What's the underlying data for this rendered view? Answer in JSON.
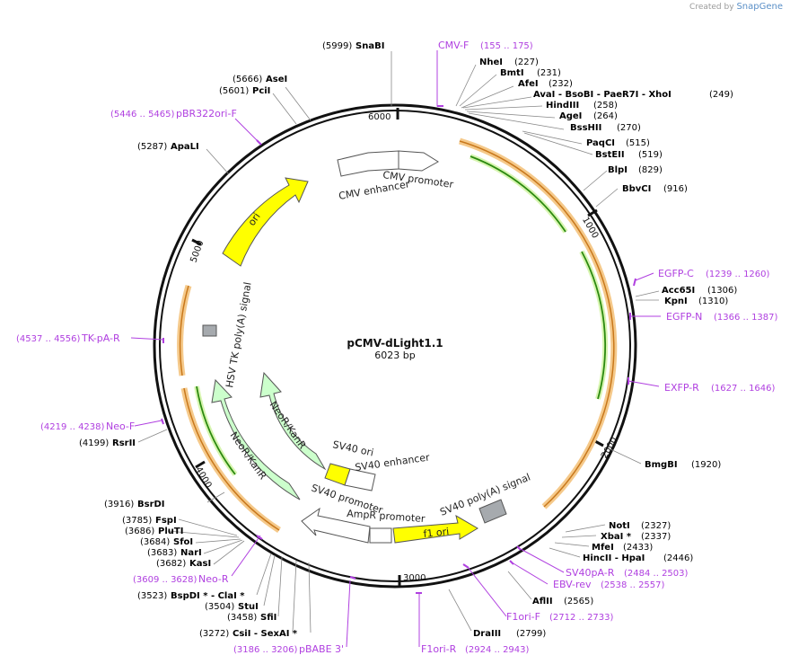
{
  "credit": {
    "created_by": "Created by",
    "brand": "SnapGene"
  },
  "title": "pCMV-dLight1.1",
  "length": "6023 bp",
  "ticks": [
    "1000",
    "2000",
    "3000",
    "4000",
    "5000",
    "6000"
  ],
  "sites": [
    {
      "id": "snabi",
      "name": "SnaBI",
      "pos": "(5999)"
    },
    {
      "id": "asei",
      "name": "AseI",
      "pos": "(5666)"
    },
    {
      "id": "pcii",
      "name": "PciI",
      "pos": "(5601)"
    },
    {
      "id": "apali",
      "name": "ApaLI",
      "pos": "(5287)"
    },
    {
      "id": "nhei",
      "name": "NheI",
      "pos": "(227)"
    },
    {
      "id": "bmti",
      "name": "BmtI",
      "pos": "(231)"
    },
    {
      "id": "afei",
      "name": "AfeI",
      "pos": "(232)"
    },
    {
      "id": "avai",
      "name": "AvaI - BsoBI - PaeR7I - XhoI",
      "pos": "(249)"
    },
    {
      "id": "hindiii",
      "name": "HindIII",
      "pos": "(258)"
    },
    {
      "id": "agei",
      "name": "AgeI",
      "pos": "(264)"
    },
    {
      "id": "bsshii",
      "name": "BssHII",
      "pos": "(270)"
    },
    {
      "id": "paqci",
      "name": "PaqCI",
      "pos": "(515)"
    },
    {
      "id": "bsteii",
      "name": "BstEII",
      "pos": "(519)"
    },
    {
      "id": "blpi",
      "name": "BlpI",
      "pos": "(829)"
    },
    {
      "id": "bbvci",
      "name": "BbvCI",
      "pos": "(916)"
    },
    {
      "id": "acc65i",
      "name": "Acc65I",
      "pos": "(1306)"
    },
    {
      "id": "kpni",
      "name": "KpnI",
      "pos": "(1310)"
    },
    {
      "id": "bmgbi",
      "name": "BmgBI",
      "pos": "(1920)"
    },
    {
      "id": "noti",
      "name": "NotI",
      "pos": "(2327)"
    },
    {
      "id": "xbai",
      "name": "XbaI *",
      "pos": "(2337)"
    },
    {
      "id": "mfei",
      "name": "MfeI",
      "pos": "(2433)"
    },
    {
      "id": "hincii",
      "name": "HincII - HpaI",
      "pos": "(2446)"
    },
    {
      "id": "aflii",
      "name": "AflII",
      "pos": "(2565)"
    },
    {
      "id": "draiii",
      "name": "DraIII",
      "pos": "(2799)"
    },
    {
      "id": "rsrii",
      "name": "RsrII",
      "pos": "(4199)"
    },
    {
      "id": "bsrdi",
      "name": "BsrDI",
      "pos": "(3916)"
    },
    {
      "id": "fspi",
      "name": "FspI",
      "pos": "(3785)"
    },
    {
      "id": "pluti",
      "name": "PluTI",
      "pos": "(3686)"
    },
    {
      "id": "sfoi",
      "name": "SfoI",
      "pos": "(3684)"
    },
    {
      "id": "nari",
      "name": "NarI",
      "pos": "(3683)"
    },
    {
      "id": "kasi",
      "name": "KasI",
      "pos": "(3682)"
    },
    {
      "id": "bspdi",
      "name": "BspDI * - ClaI *",
      "pos": "(3523)"
    },
    {
      "id": "stui",
      "name": "StuI",
      "pos": "(3504)"
    },
    {
      "id": "sfii",
      "name": "SfiI",
      "pos": "(3458)"
    },
    {
      "id": "csii",
      "name": "CsiI - SexAI *",
      "pos": "(3272)"
    }
  ],
  "primers": [
    {
      "id": "cmvf",
      "name": "CMV-F",
      "range": "(155 .. 175)"
    },
    {
      "id": "pbr322",
      "name": "pBR322ori-F",
      "range": "(5446 .. 5465)"
    },
    {
      "id": "egfpc",
      "name": "EGFP-C",
      "range": "(1239 .. 1260)"
    },
    {
      "id": "egfpn",
      "name": "EGFP-N",
      "range": "(1366 .. 1387)"
    },
    {
      "id": "exfpr",
      "name": "EXFP-R",
      "range": "(1627 .. 1646)"
    },
    {
      "id": "tkpar",
      "name": "TK-pA-R",
      "range": "(4537 .. 4556)"
    },
    {
      "id": "neof",
      "name": "Neo-F",
      "range": "(4219 .. 4238)"
    },
    {
      "id": "neor",
      "name": "Neo-R",
      "range": "(3609 .. 3628)"
    },
    {
      "id": "sv40par",
      "name": "SV40pA-R",
      "range": "(2484 .. 2503)"
    },
    {
      "id": "ebvrev",
      "name": "EBV-rev",
      "range": "(2538 .. 2557)"
    },
    {
      "id": "f1orif",
      "name": "F1ori-F",
      "range": "(2712 .. 2733)"
    },
    {
      "id": "f1orir",
      "name": "F1ori-R",
      "range": "(2924 .. 2943)"
    },
    {
      "id": "pbabe",
      "name": "pBABE 3'",
      "range": "(3186 .. 3206)"
    }
  ],
  "features": {
    "cmv_promoter": "CMV promoter",
    "cmv_enhancer": "CMV enhancer",
    "ori": "ori",
    "hsv_tk": "HSV TK poly(A) signal",
    "neo_outer": "NeoR/KanR",
    "neo_inner": "NeoR/KanR",
    "sv40_ori": "SV40 ori",
    "sv40_enhancer": "SV40 enhancer",
    "sv40_promoter": "SV40 promoter",
    "ampr_promoter": "AmpR promoter",
    "f1_ori": "f1 ori",
    "sv40_polya": "SV40 poly(A) signal"
  },
  "colors": {
    "backbone": "#111111",
    "primer": "#b040e0",
    "orange_band": "#f5c98a",
    "orange_line": "#c8781c",
    "green_line": "#2c8a10",
    "green_band": "#d7f5b0",
    "ori_yellow": "#ffff00",
    "neo_green": "#ccffcc",
    "polya_gray": "#a6aaae"
  }
}
